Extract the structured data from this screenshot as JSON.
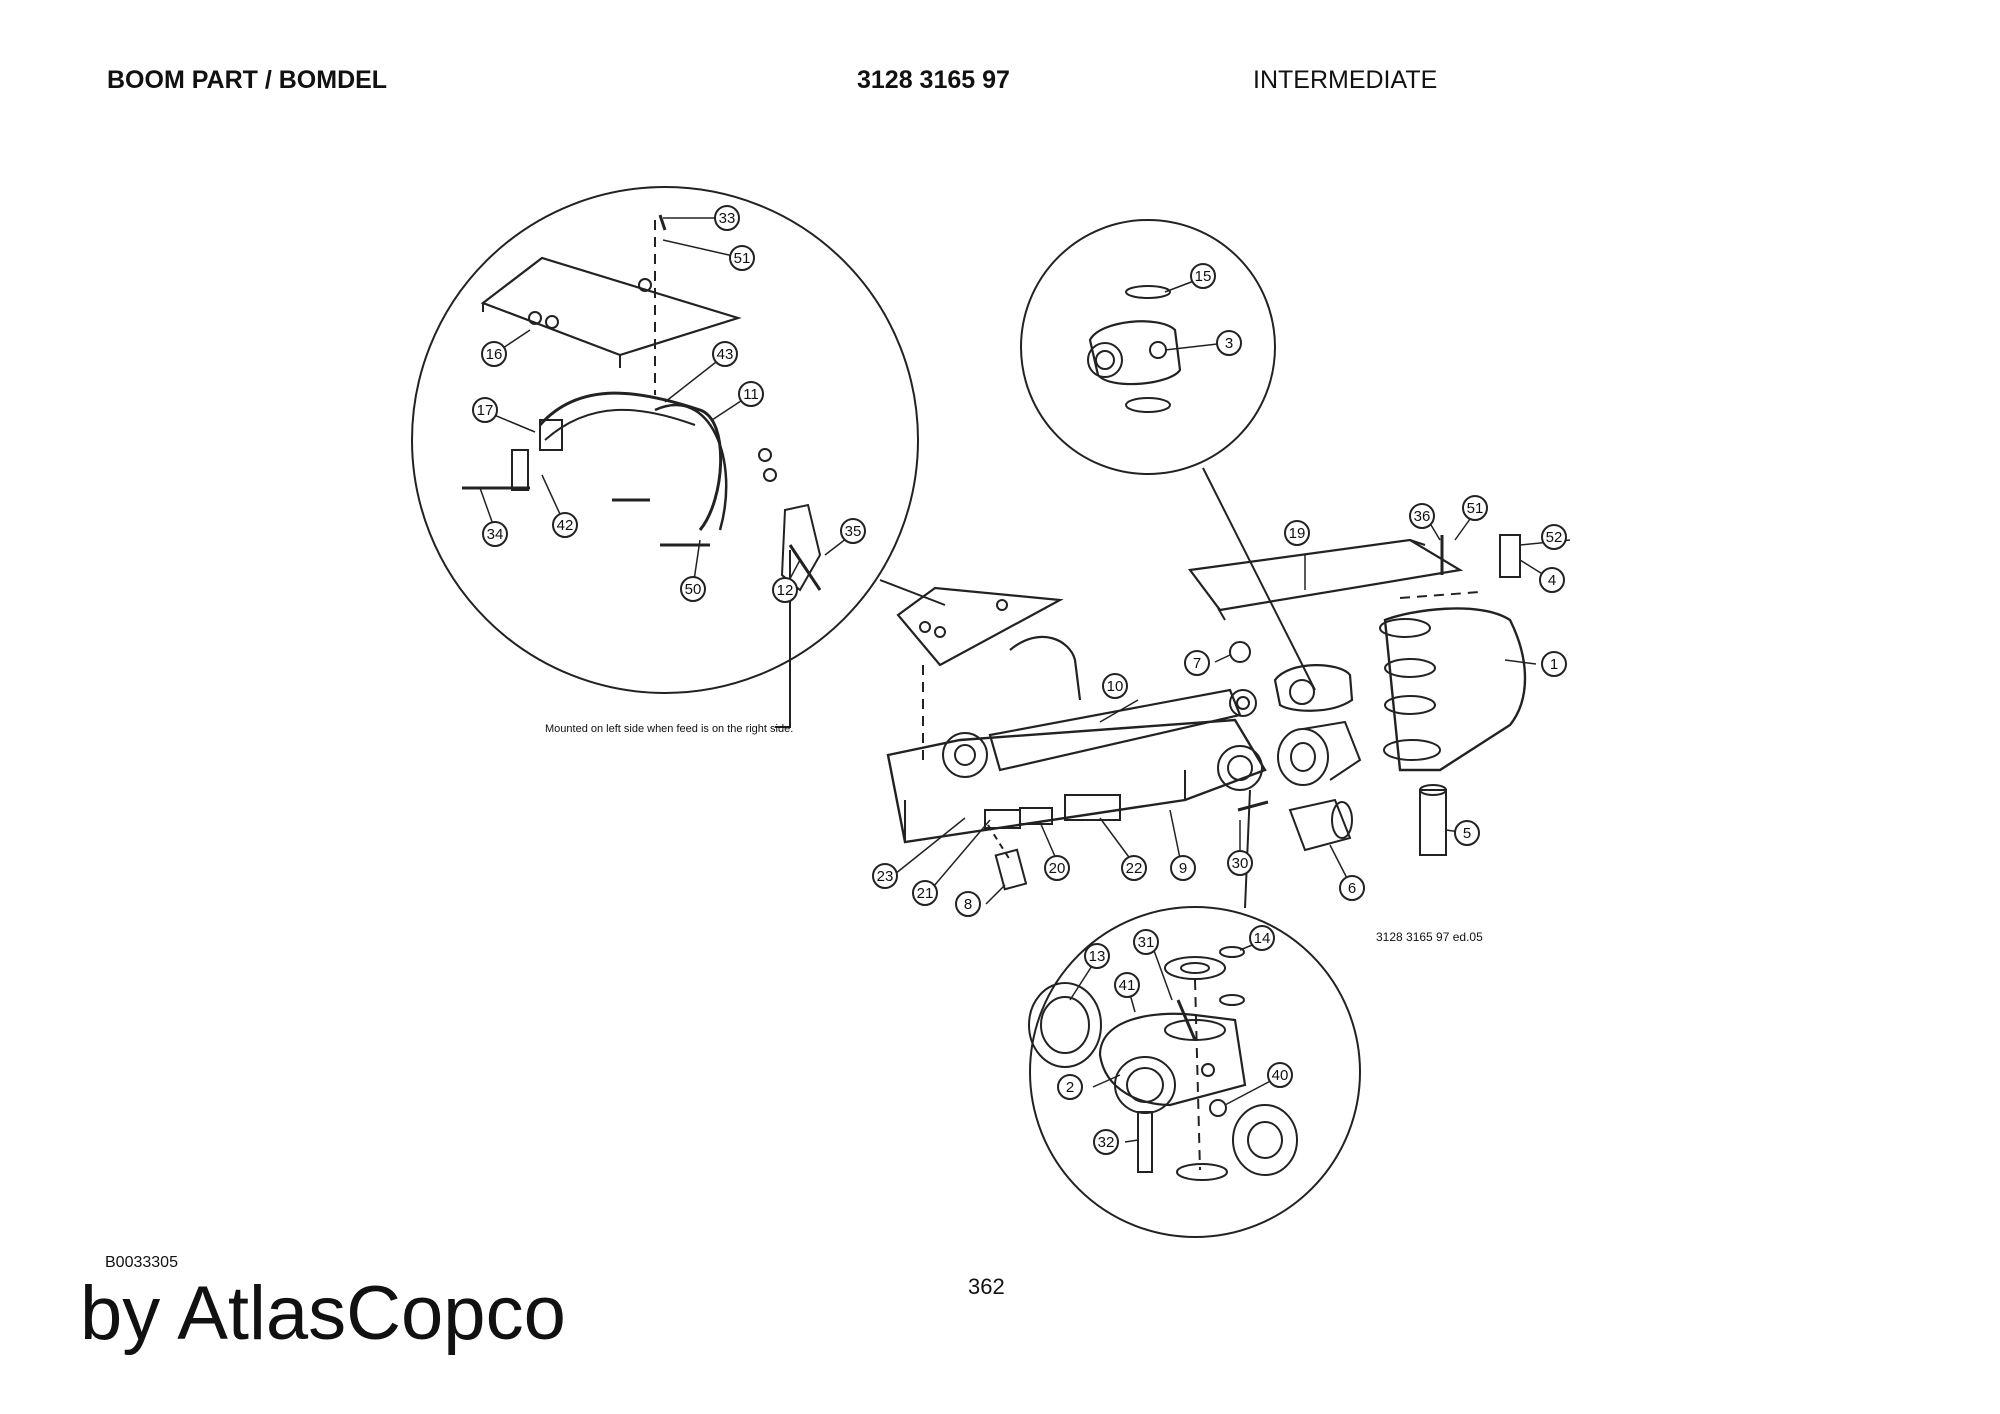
{
  "header": {
    "title": "BOOM PART / BOMDEL",
    "part_number": "3128 3165 97",
    "variant": "INTERMEDIATE"
  },
  "footer": {
    "document_id": "B0033305",
    "page_number": "362",
    "brand": "by AtlasCopco"
  },
  "diagram": {
    "drawing_reference": "3128 3165 97 ed.05",
    "note": "Mounted on left side when feed is on the right side.",
    "callouts": [
      "33",
      "51",
      "16",
      "43",
      "11",
      "17",
      "34",
      "42",
      "50",
      "12",
      "35",
      "15",
      "3",
      "19",
      "36",
      "51",
      "52",
      "4",
      "1",
      "7",
      "10",
      "5",
      "23",
      "21",
      "20",
      "22",
      "9",
      "30",
      "6",
      "8",
      "14",
      "31",
      "13",
      "41",
      "2",
      "40",
      "32"
    ]
  }
}
